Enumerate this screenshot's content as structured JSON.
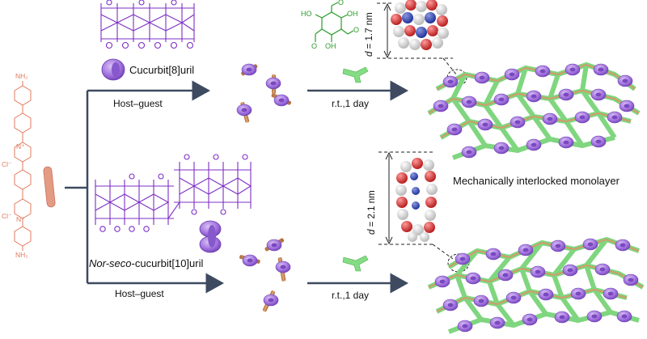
{
  "labels": {
    "cucurbit8": "Cucurbit[8]uril",
    "norseco_italic": "Nor-seco",
    "norseco_rest": "-cucurbit[10]uril",
    "host_guest_top": "Host–guest",
    "host_guest_bottom": "Host–guest",
    "rt_top": "r.t.,1 day",
    "rt_bottom": "r.t.,1 day",
    "mono": "Mechanically interlocked monolayer",
    "d1_sym": "d",
    "d1_val": " = 1.7 nm",
    "d2_sym": "d",
    "d2_val": " = 2.1 nm"
  },
  "guest_molecule": {
    "nh2_top": "NH₂",
    "nh2_bottom": "NH₂",
    "cl_top": "Cl⁻",
    "cl_bottom": "Cl⁻",
    "n_plus_top": "N⁺",
    "n_plus_bottom": "N⁺"
  },
  "aldehyde": {
    "o_top": "O",
    "o_left": "O",
    "o_right": "O",
    "ho_left": "HO",
    "oh_right": "OH",
    "oh_bottom": "OH"
  },
  "colors": {
    "cucurbituril": "#9b59d6",
    "cucurbituril_line": "#7d2fc4",
    "linker": "#7fd67f",
    "linker_text": "#2a9d2a",
    "guest": "#e07b5f",
    "rod": "#c98a55",
    "arrow": "#3d4a60",
    "oxygen_atom": "#d33b3b",
    "nitrogen_atom": "#3a4fb0",
    "hydrogen_atom": "#e6e6e6"
  }
}
